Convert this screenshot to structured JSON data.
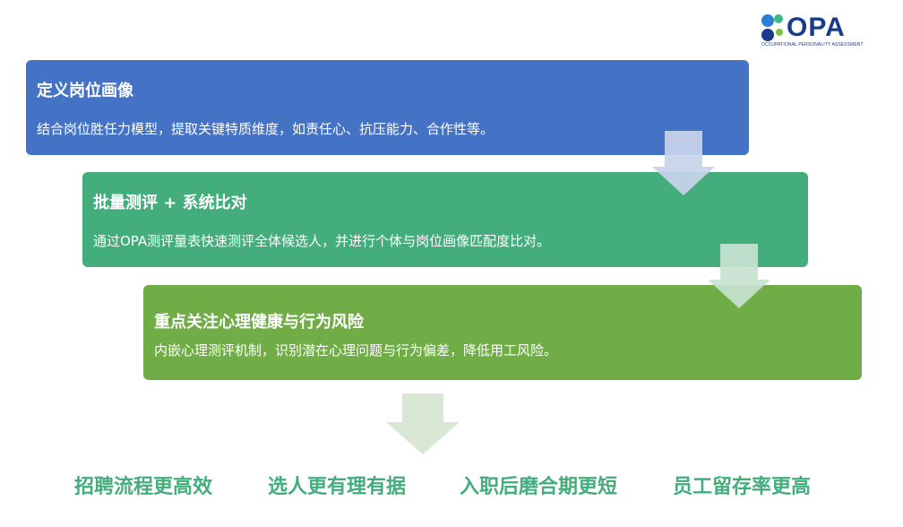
{
  "logo": {
    "wordmark": "OPA",
    "tagline": "OCCUPATIONAL PERSONALITY ASSESSMENT",
    "dot_colors": [
      "#2a7fd4",
      "#3fb98a",
      "#1a3a8a",
      "#7cc242"
    ]
  },
  "steps": [
    {
      "title": "定义岗位画像",
      "description": "结合岗位胜任力模型，提取关键特质维度，如责任心、抗压能力、合作性等。",
      "color": "#4472c4"
    },
    {
      "title": "批量测评 + 系统比对",
      "description": "通过OPA测评量表快速测评全体候选人，并进行个体与岗位画像匹配度比对。",
      "color": "#43ad7c"
    },
    {
      "title": "重点关注心理健康与行为风险",
      "description": "内嵌心理测评机制，识别潜在心理问题与行为偏差，降低用工风险。",
      "color": "#70ad47"
    }
  ],
  "outcomes": [
    "招聘流程更高效",
    "选人更有理有据",
    "入职后磨合期更短",
    "员工留存率更高"
  ],
  "colors": {
    "outcome_text": "#43ad7c",
    "arrow_blue": "#c9d4ea",
    "arrow_green": "#c7e2d0",
    "arrow_light": "#d9e8d5"
  }
}
